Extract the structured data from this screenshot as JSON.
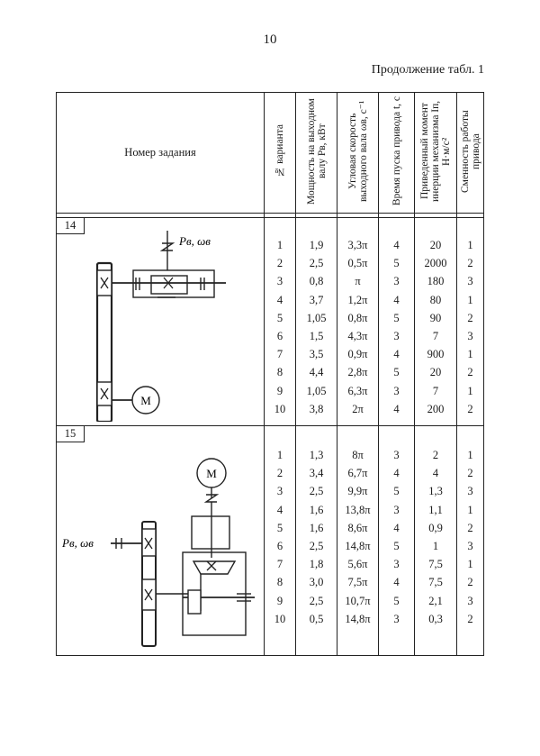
{
  "page_number": "10",
  "continuation": "Продолжение табл. 1",
  "headers": {
    "task": "Номер задания",
    "variant": "№ варианта",
    "power": "Мощность на выходном валу P<sub>в</sub>, кВт",
    "power_text": "Мощность на выходном валу Pв, кВт",
    "speed_text": "Угловая скорость выходного вала ωв, c⁻¹",
    "time_text": "Время пуска привода t, c",
    "inertia_text": "Приведенный момент инерции механизма Iп, Н·м/с²",
    "shift_text": "Сменность работы привода"
  },
  "tasks": [
    {
      "label": "14",
      "scheme_label": "Pв, ωв",
      "motor_label": "M",
      "rows": [
        [
          "1",
          "1,9",
          "3,3π",
          "4",
          "20",
          "1"
        ],
        [
          "2",
          "2,5",
          "0,5π",
          "5",
          "2000",
          "2"
        ],
        [
          "3",
          "0,8",
          "π",
          "3",
          "180",
          "3"
        ],
        [
          "4",
          "3,7",
          "1,2π",
          "4",
          "80",
          "1"
        ],
        [
          "5",
          "1,05",
          "0,8π",
          "5",
          "90",
          "2"
        ],
        [
          "6",
          "1,5",
          "4,3π",
          "3",
          "7",
          "3"
        ],
        [
          "7",
          "3,5",
          "0,9π",
          "4",
          "900",
          "1"
        ],
        [
          "8",
          "4,4",
          "2,8π",
          "5",
          "20",
          "2"
        ],
        [
          "9",
          "1,05",
          "6,3π",
          "3",
          "7",
          "1"
        ],
        [
          "10",
          "3,8",
          "2π",
          "4",
          "200",
          "2"
        ]
      ]
    },
    {
      "label": "15",
      "scheme_label": "Pв, ωв",
      "motor_label": "M",
      "rows": [
        [
          "1",
          "1,3",
          "8π",
          "3",
          "2",
          "1"
        ],
        [
          "2",
          "3,4",
          "6,7π",
          "4",
          "4",
          "2"
        ],
        [
          "3",
          "2,5",
          "9,9π",
          "5",
          "1,3",
          "3"
        ],
        [
          "4",
          "1,6",
          "13,8π",
          "3",
          "1,1",
          "1"
        ],
        [
          "5",
          "1,6",
          "8,6π",
          "4",
          "0,9",
          "2"
        ],
        [
          "6",
          "2,5",
          "14,8π",
          "5",
          "1",
          "3"
        ],
        [
          "7",
          "1,8",
          "5,6π",
          "3",
          "7,5",
          "1"
        ],
        [
          "8",
          "3,0",
          "7,5π",
          "4",
          "7,5",
          "2"
        ],
        [
          "9",
          "2,5",
          "10,7π",
          "5",
          "2,1",
          "3"
        ],
        [
          "10",
          "0,5",
          "14,8π",
          "3",
          "0,3",
          "2"
        ]
      ]
    }
  ]
}
